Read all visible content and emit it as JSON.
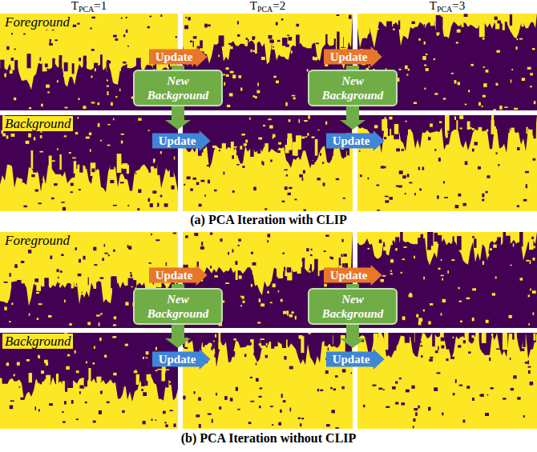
{
  "diagram": {
    "nodes": [
      {
        "text": [
          "Update"
        ]
      },
      {
        "text": [
          "Update"
        ]
      },
      {
        "text": [
          "New Background"
        ]
      },
      {
        "text": [
          "New Background"
        ]
      },
      {
        "text": [
          "Update"
        ]
      },
      {
        "text": [
          "Update"
        ]
      },
      {
        "text": [
          "Update"
        ]
      },
      {
        "text": [
          "Update"
        ]
      },
      {
        "text": [
          "New Background"
        ]
      },
      {
        "text": [
          "New Background"
        ]
      },
      {
        "text": [
          "Update"
        ]
      },
      {
        "text": [
          "Update"
        ]
      }
    ],
    "edges": [
      {
        "from": 2,
        "to": 4,
        "arrow": "to"
      },
      {
        "from": 3,
        "to": 5,
        "arrow": "to"
      },
      {
        "from": 8,
        "to": 10,
        "arrow": "to"
      },
      {
        "from": 9,
        "to": 11,
        "arrow": "to"
      }
    ],
    "labels": [
      "TPCA=1",
      "TPCA=2",
      "TPCA=3",
      "Foreground",
      "Background",
      "(a) PCA Iteration with CLIP",
      "Foreground",
      "Background",
      "(b) PCA Iteration without CLIP"
    ]
  }
}
